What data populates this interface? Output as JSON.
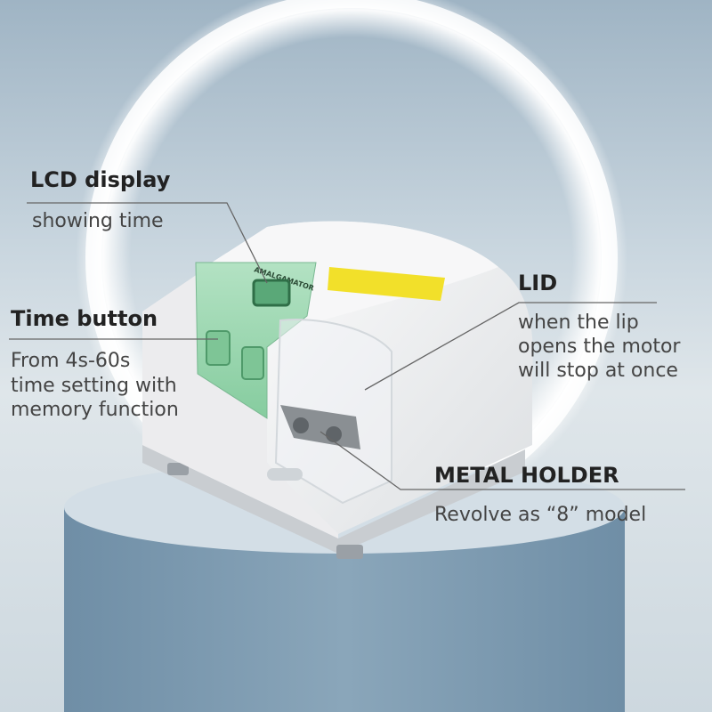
{
  "callouts": {
    "lcd": {
      "title": "LCD display",
      "desc": "showing time"
    },
    "time_button": {
      "title": "Time button",
      "line1": "From 4s-60s",
      "line2": "time setting with",
      "line3": "memory function"
    },
    "lid": {
      "title": "LID",
      "line1": "when the lip",
      "line2": "opens the motor",
      "line3": "will stop at once"
    },
    "metal_holder": {
      "title": "METAL HOLDER",
      "desc": "Revolve as “8” model"
    }
  },
  "device": {
    "panel_label": "AMALGAMATOR"
  },
  "colors": {
    "background_top": "#9fb4c4",
    "pedestal": "#7f9db3",
    "device_body": "#f1f2f3",
    "control_panel": "#9fd7b2",
    "warning_sticker": "#f2e02a",
    "leader_line": "#666666"
  }
}
